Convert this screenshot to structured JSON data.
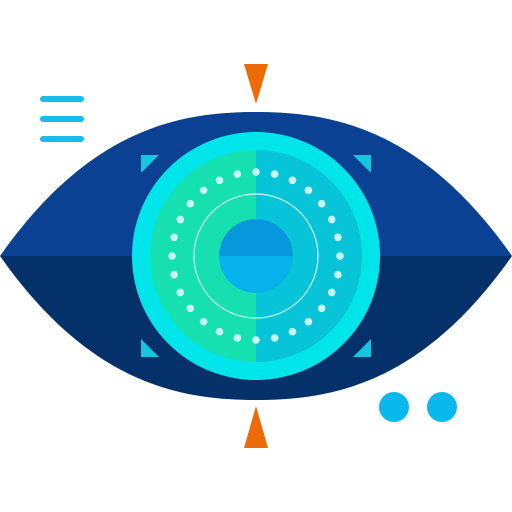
{
  "icon": {
    "name": "eye-scanner-icon",
    "colors": {
      "eye_upper": "#0A4193",
      "eye_lower": "#05316A",
      "iris_ring": "#00E5E9",
      "iris_left": "#17E0B0",
      "iris_right": "#08C4D8",
      "pupil_upper": "#0797DD",
      "pupil_lower": "#07B2EC",
      "dots": "#C9FBF7",
      "corner_marks": "#13C7DD",
      "arrows": "#ED6B06",
      "menu_lines": "#16BCED",
      "side_dots": "#09B9EE"
    },
    "iris_dot_count": 28,
    "side_dot_count": 2,
    "menu_line_count": 3
  }
}
